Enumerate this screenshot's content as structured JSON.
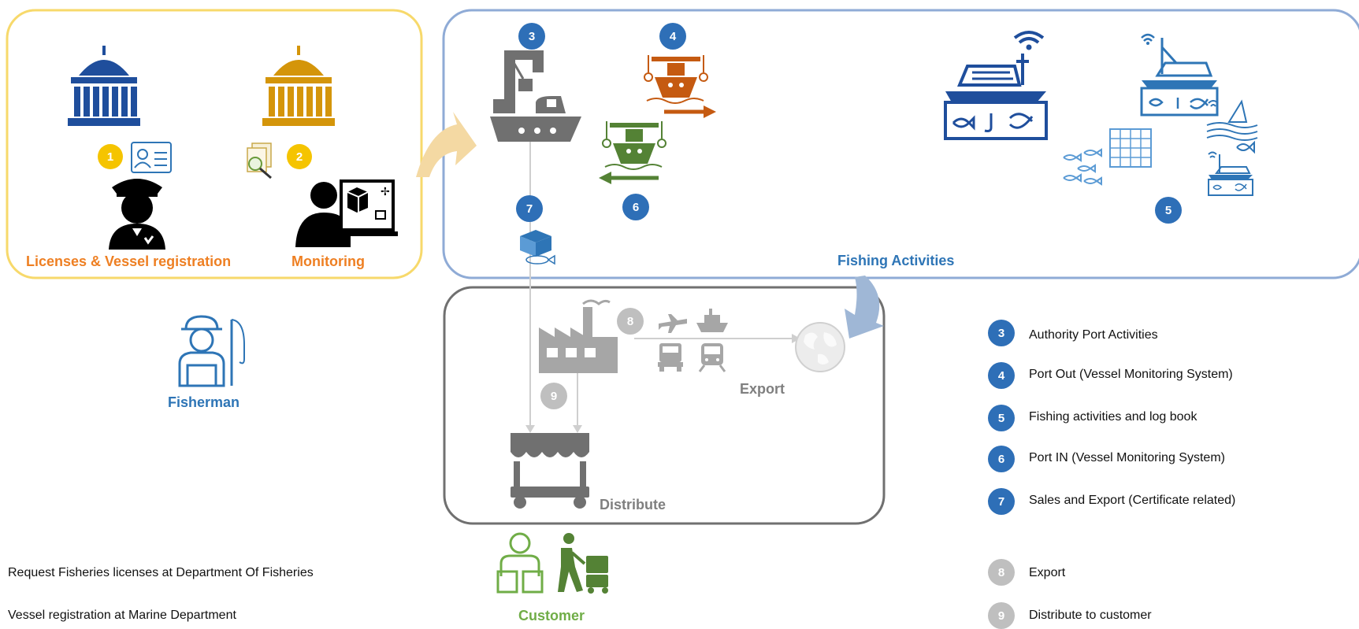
{
  "panels": {
    "government_label_left": "Licenses & Vessel registration",
    "government_label_right": "Monitoring",
    "fishing_label": "Fishing Activities",
    "fisherman_label": "Fisherman",
    "export_label": "Export",
    "distribute_label": "Distribute",
    "customer_label": "Customer"
  },
  "badges": {
    "b1": "1",
    "b2": "2",
    "b3": "3",
    "b4": "4",
    "b5": "5",
    "b6": "6",
    "b7": "7",
    "b8": "8",
    "b9": "9"
  },
  "legend": [
    {
      "num": "3",
      "text": "Authority Port Activities"
    },
    {
      "num": "4",
      "text": "Port Out (Vessel Monitoring System)"
    },
    {
      "num": "5",
      "text": "Fishing activities and log book"
    },
    {
      "num": "6",
      "text": "Port IN (Vessel Monitoring System)"
    },
    {
      "num": "7",
      "text": "Sales and Export (Certificate related)"
    },
    {
      "num": "8",
      "text": "Export"
    },
    {
      "num": "9",
      "text": "Distribute to customer"
    }
  ],
  "notes": [
    "Request Fisheries licenses at Department Of Fisheries",
    "Vessel registration at Marine Department"
  ],
  "colors": {
    "gov_border": "#f7d96b",
    "fishing_border": "#8fabd6",
    "distribute_border": "#707070",
    "orange_text": "#ee7f22",
    "blue_text": "#2e75b6",
    "gray_text": "#7f7f7f",
    "green_text": "#70ad47"
  },
  "icons": [
    "capitol-icon-blue",
    "capitol-icon-gold",
    "id-card-icon",
    "document-magnifier-icon",
    "officer-icon",
    "monitor-operator-icon",
    "crane-ship-icon",
    "vessel-out-icon",
    "vessel-in-icon",
    "fishing-boat-wifi-icon",
    "fish-box-icon",
    "factory-icon",
    "plane-icon",
    "ship-icon",
    "truck-icon",
    "train-icon",
    "globe-icon",
    "market-stall-icon",
    "fisherman-icon",
    "customer-icon"
  ]
}
